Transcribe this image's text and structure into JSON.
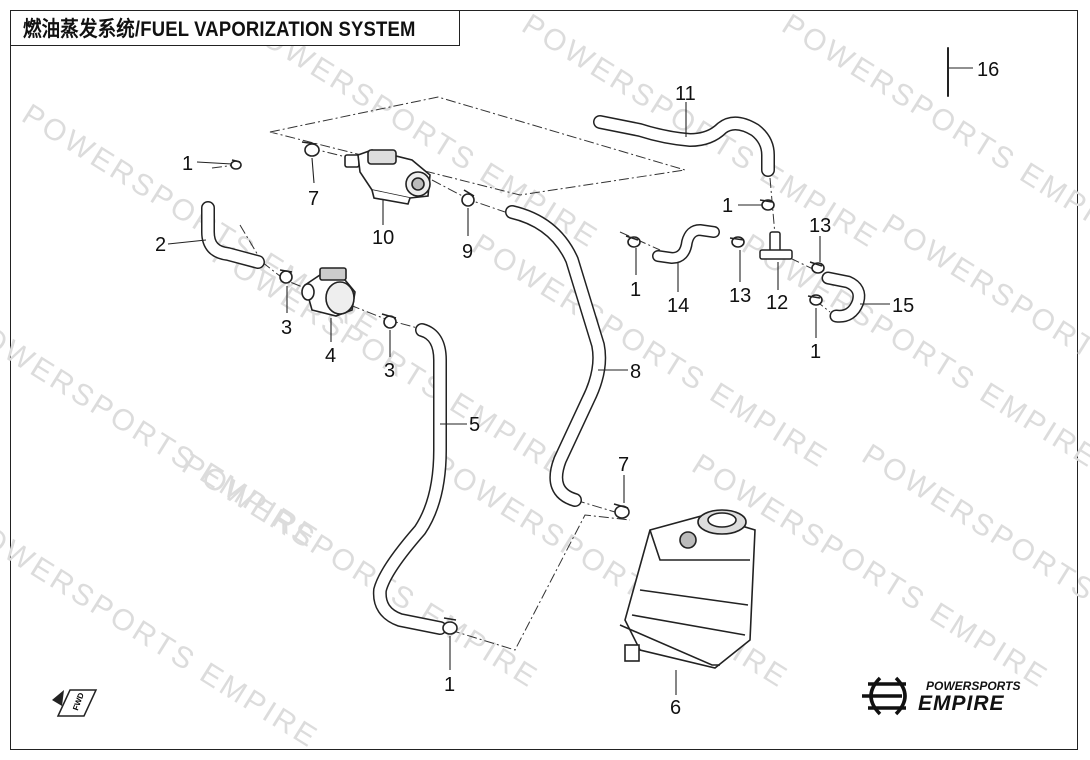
{
  "title": "燃油蒸发系统/FUEL VAPORIZATION SYSTEM",
  "watermark": "POWERSPORTS EMPIRE",
  "brand": {
    "top": "POWERSPORTS",
    "main": "EMPIRE"
  },
  "fwd_label": "FWD",
  "callouts": {
    "c1a": "1",
    "c2": "2",
    "c3a": "3",
    "c4": "4",
    "c3b": "3",
    "c7a": "7",
    "c10": "10",
    "c9": "9",
    "c5": "5",
    "c8": "8",
    "c11": "11",
    "c16": "16",
    "c1b": "1",
    "c13a": "13",
    "c1c": "1",
    "c14": "14",
    "c13b": "13",
    "c12": "12",
    "c1d": "1",
    "c15": "15",
    "c1e": "1",
    "c7b": "7",
    "c6": "6"
  }
}
